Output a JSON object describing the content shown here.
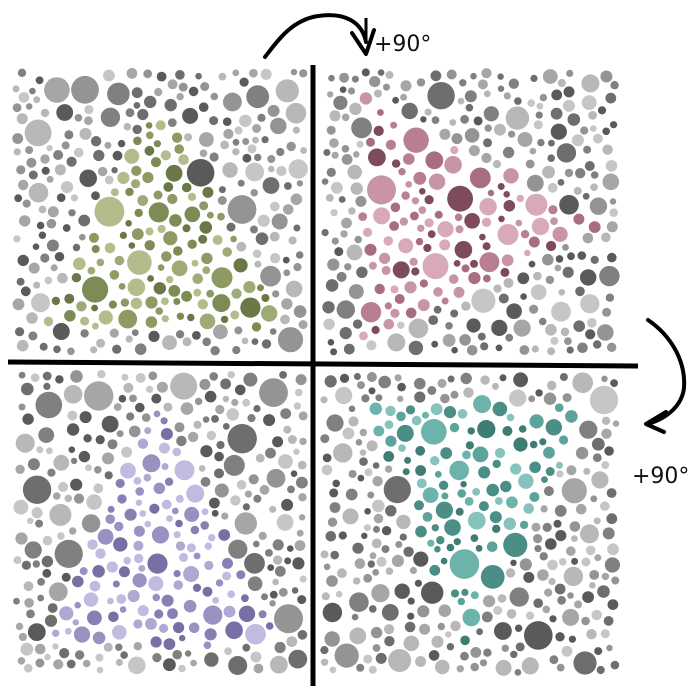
{
  "rotation_labels": {
    "top": "+90°",
    "right": "+90°"
  },
  "colors": {
    "background": "#ffffff",
    "divider": "#000000",
    "arrow": "#000000",
    "gray_dots": [
      "#5a5a5a",
      "#6e6e6e",
      "#808080",
      "#949494",
      "#a6a6a6",
      "#b8b8b8",
      "#c6c6c6"
    ]
  },
  "panels": [
    {
      "id": "top-left",
      "figure": "triangle-up",
      "palette": [
        "#7d8b55",
        "#8e9a63",
        "#9fab76",
        "#b3bd8c",
        "#6a7848"
      ]
    },
    {
      "id": "top-right",
      "figure": "triangle-right",
      "palette": [
        "#b77e94",
        "#c895a8",
        "#a86c84",
        "#d7a9b9",
        "#7e4a5d"
      ]
    },
    {
      "id": "bottom-left",
      "figure": "triangle-up",
      "palette": [
        "#8a7fb3",
        "#9a90c2",
        "#b0a8d3",
        "#7a6fa5",
        "#c1bbdf"
      ]
    },
    {
      "id": "bottom-right",
      "figure": "triangle-down",
      "palette": [
        "#5ba39b",
        "#6cb3ab",
        "#4a8e86",
        "#86c3bc",
        "#3f7c74"
      ]
    }
  ]
}
